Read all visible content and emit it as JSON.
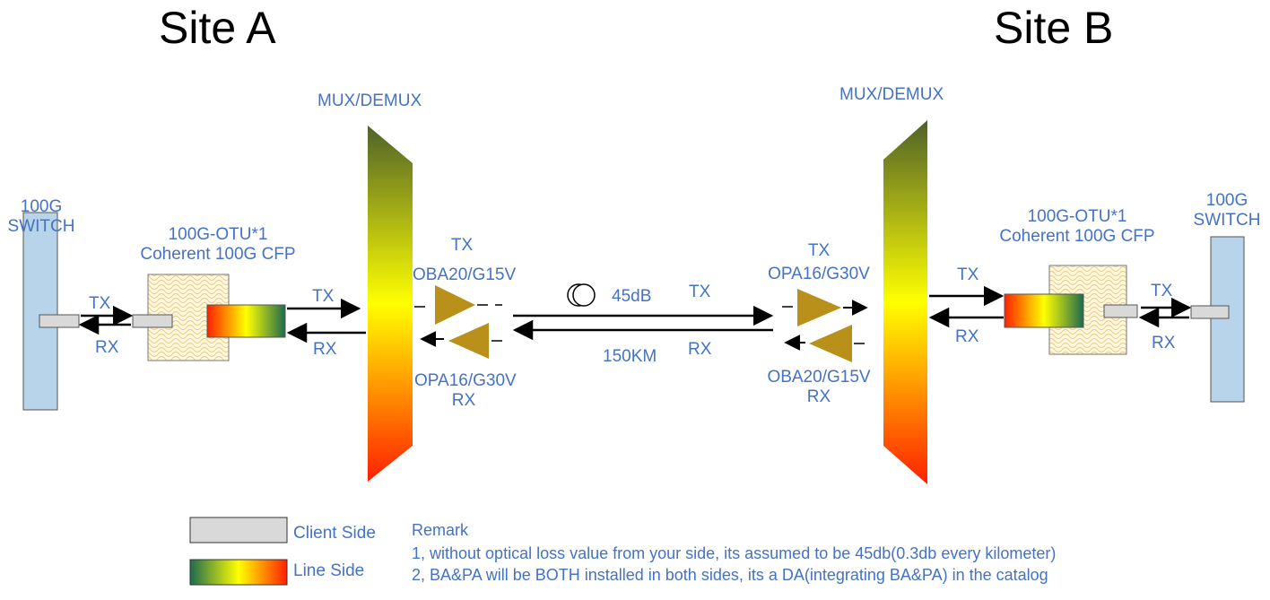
{
  "site_a": {
    "title": "Site A",
    "switch_label": "100G\nSWITCH",
    "otu_label": "100G-OTU*1\nCoherent 100G CFP",
    "mux_label": "MUX/DEMUX",
    "client_tx": "TX",
    "client_rx": "RX",
    "line_tx": "TX",
    "line_rx": "RX",
    "amp_tx_label": "TX\nOBA20/G15V",
    "amp_rx_label": "OPA16/G30V\nRX"
  },
  "site_b": {
    "title": "Site B",
    "switch_label": "100G\nSWITCH",
    "otu_label": "100G-OTU*1\nCoherent 100G CFP",
    "mux_label": "MUX/DEMUX",
    "client_tx": "TX",
    "client_rx": "RX",
    "line_tx": "TX",
    "line_rx": "RX",
    "amp_tx_label": "TX\nOPA16/G30V",
    "amp_rx_label": "OBA20/G15V\nRX"
  },
  "link": {
    "loss": "45dB",
    "distance": "150KM",
    "tx": "TX",
    "rx": "RX"
  },
  "legend": {
    "client_side": "Client Side",
    "line_side": "Line Side"
  },
  "remark": {
    "title": "Remark",
    "line1": "1, without optical loss value from your side, its assumed to be 45db(0.3db every kilometer)",
    "line2": "2, BA&PA will be BOTH installed in both sides, its a DA(integrating BA&PA) in the catalog"
  },
  "colors": {
    "label_blue": "#4472c4",
    "switch_fill": "#b8d4ea",
    "client_grey": "#d9d9d9",
    "amp_gold": "#b8901a",
    "mux_top": "#4f6228",
    "mux_mid": "#ffff00",
    "mux_bottom": "#ff2000"
  }
}
